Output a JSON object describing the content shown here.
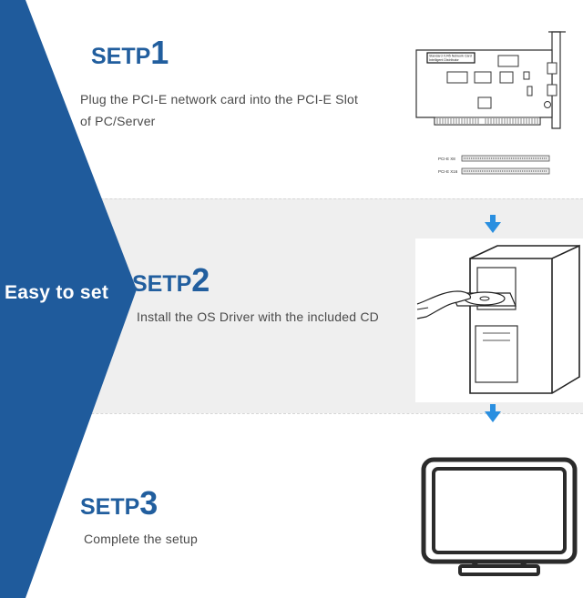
{
  "side_label": "Easy to set",
  "steps": [
    {
      "word": "SETP",
      "num": "1",
      "desc_line1": "Plug the PCI-E network card into the PCI-E Slot",
      "desc_line2": "of PC/Server"
    },
    {
      "word": "SETP",
      "num": "2",
      "desc_line1": "Install the OS Driver with the included CD"
    },
    {
      "word": "SETP",
      "num": "3",
      "desc_line1": "Complete the setup"
    }
  ],
  "card_labels": {
    "chip_label_1": "Standard XJ45 Network Card",
    "chip_label_2": "Intelligent Distributor",
    "slot_x8": "PCI-E X8",
    "slot_x16": "PCI-E X16"
  },
  "colors": {
    "chevron_blue": "#1f5b9c",
    "title_blue": "#215e9e",
    "arrow_blue": "#2a8fe0",
    "band_gray": "#efefef"
  },
  "icons": [
    "network-card-illustration",
    "down-arrow-icon",
    "pc-cd-drive-illustration",
    "monitor-icon"
  ]
}
